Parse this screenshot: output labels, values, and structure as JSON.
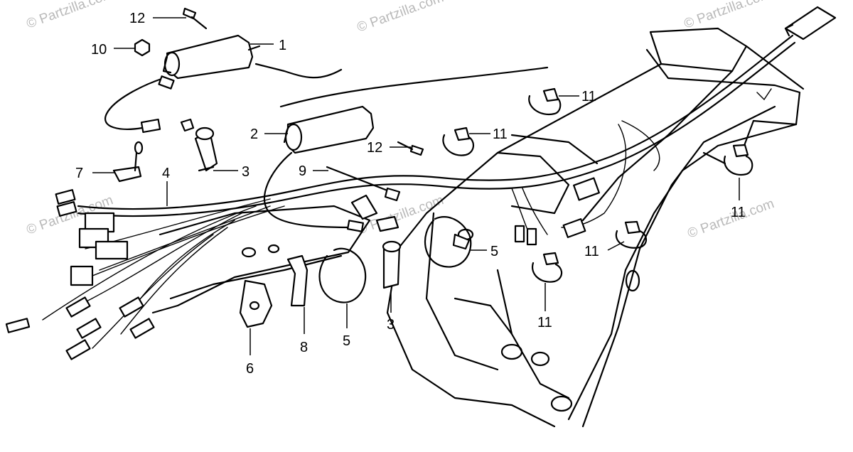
{
  "callouts": [
    {
      "id": "c12a",
      "text": "12"
    },
    {
      "id": "c10",
      "text": "10"
    },
    {
      "id": "c1",
      "text": "1"
    },
    {
      "id": "c2",
      "text": "2"
    },
    {
      "id": "c12b",
      "text": "12"
    },
    {
      "id": "c11a",
      "text": "11"
    },
    {
      "id": "c11b",
      "text": "11"
    },
    {
      "id": "c11c",
      "text": "11"
    },
    {
      "id": "c11d",
      "text": "11"
    },
    {
      "id": "c11e",
      "text": "11"
    },
    {
      "id": "c9",
      "text": "9"
    },
    {
      "id": "c7",
      "text": "7"
    },
    {
      "id": "c4",
      "text": "4"
    },
    {
      "id": "c3a",
      "text": "3"
    },
    {
      "id": "c3b",
      "text": "3"
    },
    {
      "id": "c5a",
      "text": "5"
    },
    {
      "id": "c5b",
      "text": "5"
    },
    {
      "id": "c6",
      "text": "6"
    },
    {
      "id": "c8",
      "text": "8"
    }
  ],
  "watermark": "© Partzilla.com"
}
